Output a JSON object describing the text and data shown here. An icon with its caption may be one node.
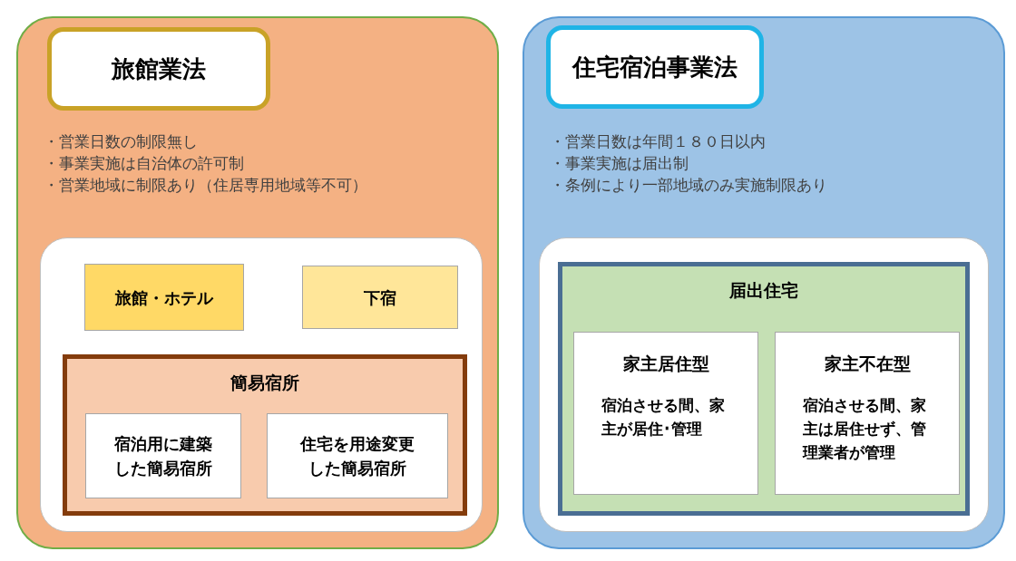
{
  "diagram": {
    "nodes": [
      {
        "text": [
          "・営業日数の制限無し",
          "・事業実施は自治体の許可制",
          "・営業地域に制限あり（住居専用地域等不可）"
        ]
      },
      {
        "text": [
          "旅館業法"
        ],
        "in": 0
      },
      {
        "text": [],
        "shape": "box",
        "in": 0
      },
      {
        "text": [
          "旅館・ホテル"
        ],
        "in": 2
      },
      {
        "text": [
          "下宿"
        ],
        "in": 2
      },
      {
        "text": [
          "簡易宿所"
        ],
        "in": 2
      },
      {
        "text": [
          "宿泊用に建築した簡易宿所"
        ],
        "in": 5
      },
      {
        "text": [
          "住宅を用途変更した簡易宿所"
        ],
        "in": 5
      },
      {
        "text": [
          "・営業日数は年間１８０日以内",
          "・事業実施は届出制",
          "・条例により一部地域のみ実施制限あり"
        ]
      },
      {
        "text": [
          "住宅宿泊事業法"
        ],
        "in": 8
      },
      {
        "text": [],
        "shape": "box",
        "in": 8
      },
      {
        "text": [
          "届出住宅"
        ],
        "in": 10
      },
      {
        "text": [
          "家主居住型",
          "宿泊させる間、家主が居住･管理"
        ],
        "in": 11
      },
      {
        "text": [
          "家主不在型",
          "宿泊させる間、家主は居住せず、管理業者が管理"
        ],
        "in": 11
      }
    ]
  }
}
